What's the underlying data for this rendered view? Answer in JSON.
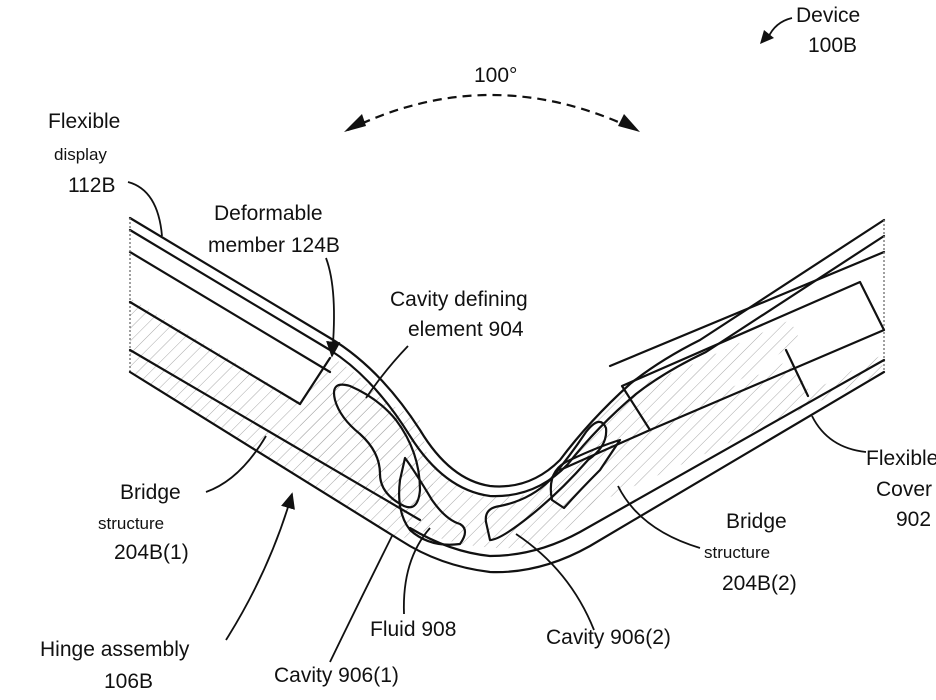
{
  "figure": {
    "type": "patent-drawing",
    "angle_label": "100°",
    "labels": {
      "device": {
        "title": "Device",
        "ref": "100B"
      },
      "flexible_display": {
        "line1": "Flexible",
        "line2": "display",
        "ref": "112B"
      },
      "deformable_member": {
        "line1": "Deformable",
        "line2": "member 124B"
      },
      "cavity_defining_element": {
        "line1": "Cavity defining",
        "line2": "element 904"
      },
      "bridge_structure_1": {
        "line1": "Bridge",
        "line2": "structure",
        "ref": "204B(1)"
      },
      "bridge_structure_2": {
        "line1": "Bridge",
        "line2": "structure",
        "ref": "204B(2)"
      },
      "flexible_cover": {
        "line1": "Flexible",
        "line2": "Cover",
        "ref": "902"
      },
      "hinge_assembly": {
        "line1": "Hinge assembly",
        "ref": "106B"
      },
      "fluid": {
        "text": "Fluid 908"
      },
      "cavity_1": {
        "text": "Cavity 906(1)"
      },
      "cavity_2": {
        "text": "Cavity 906(2)"
      }
    }
  }
}
